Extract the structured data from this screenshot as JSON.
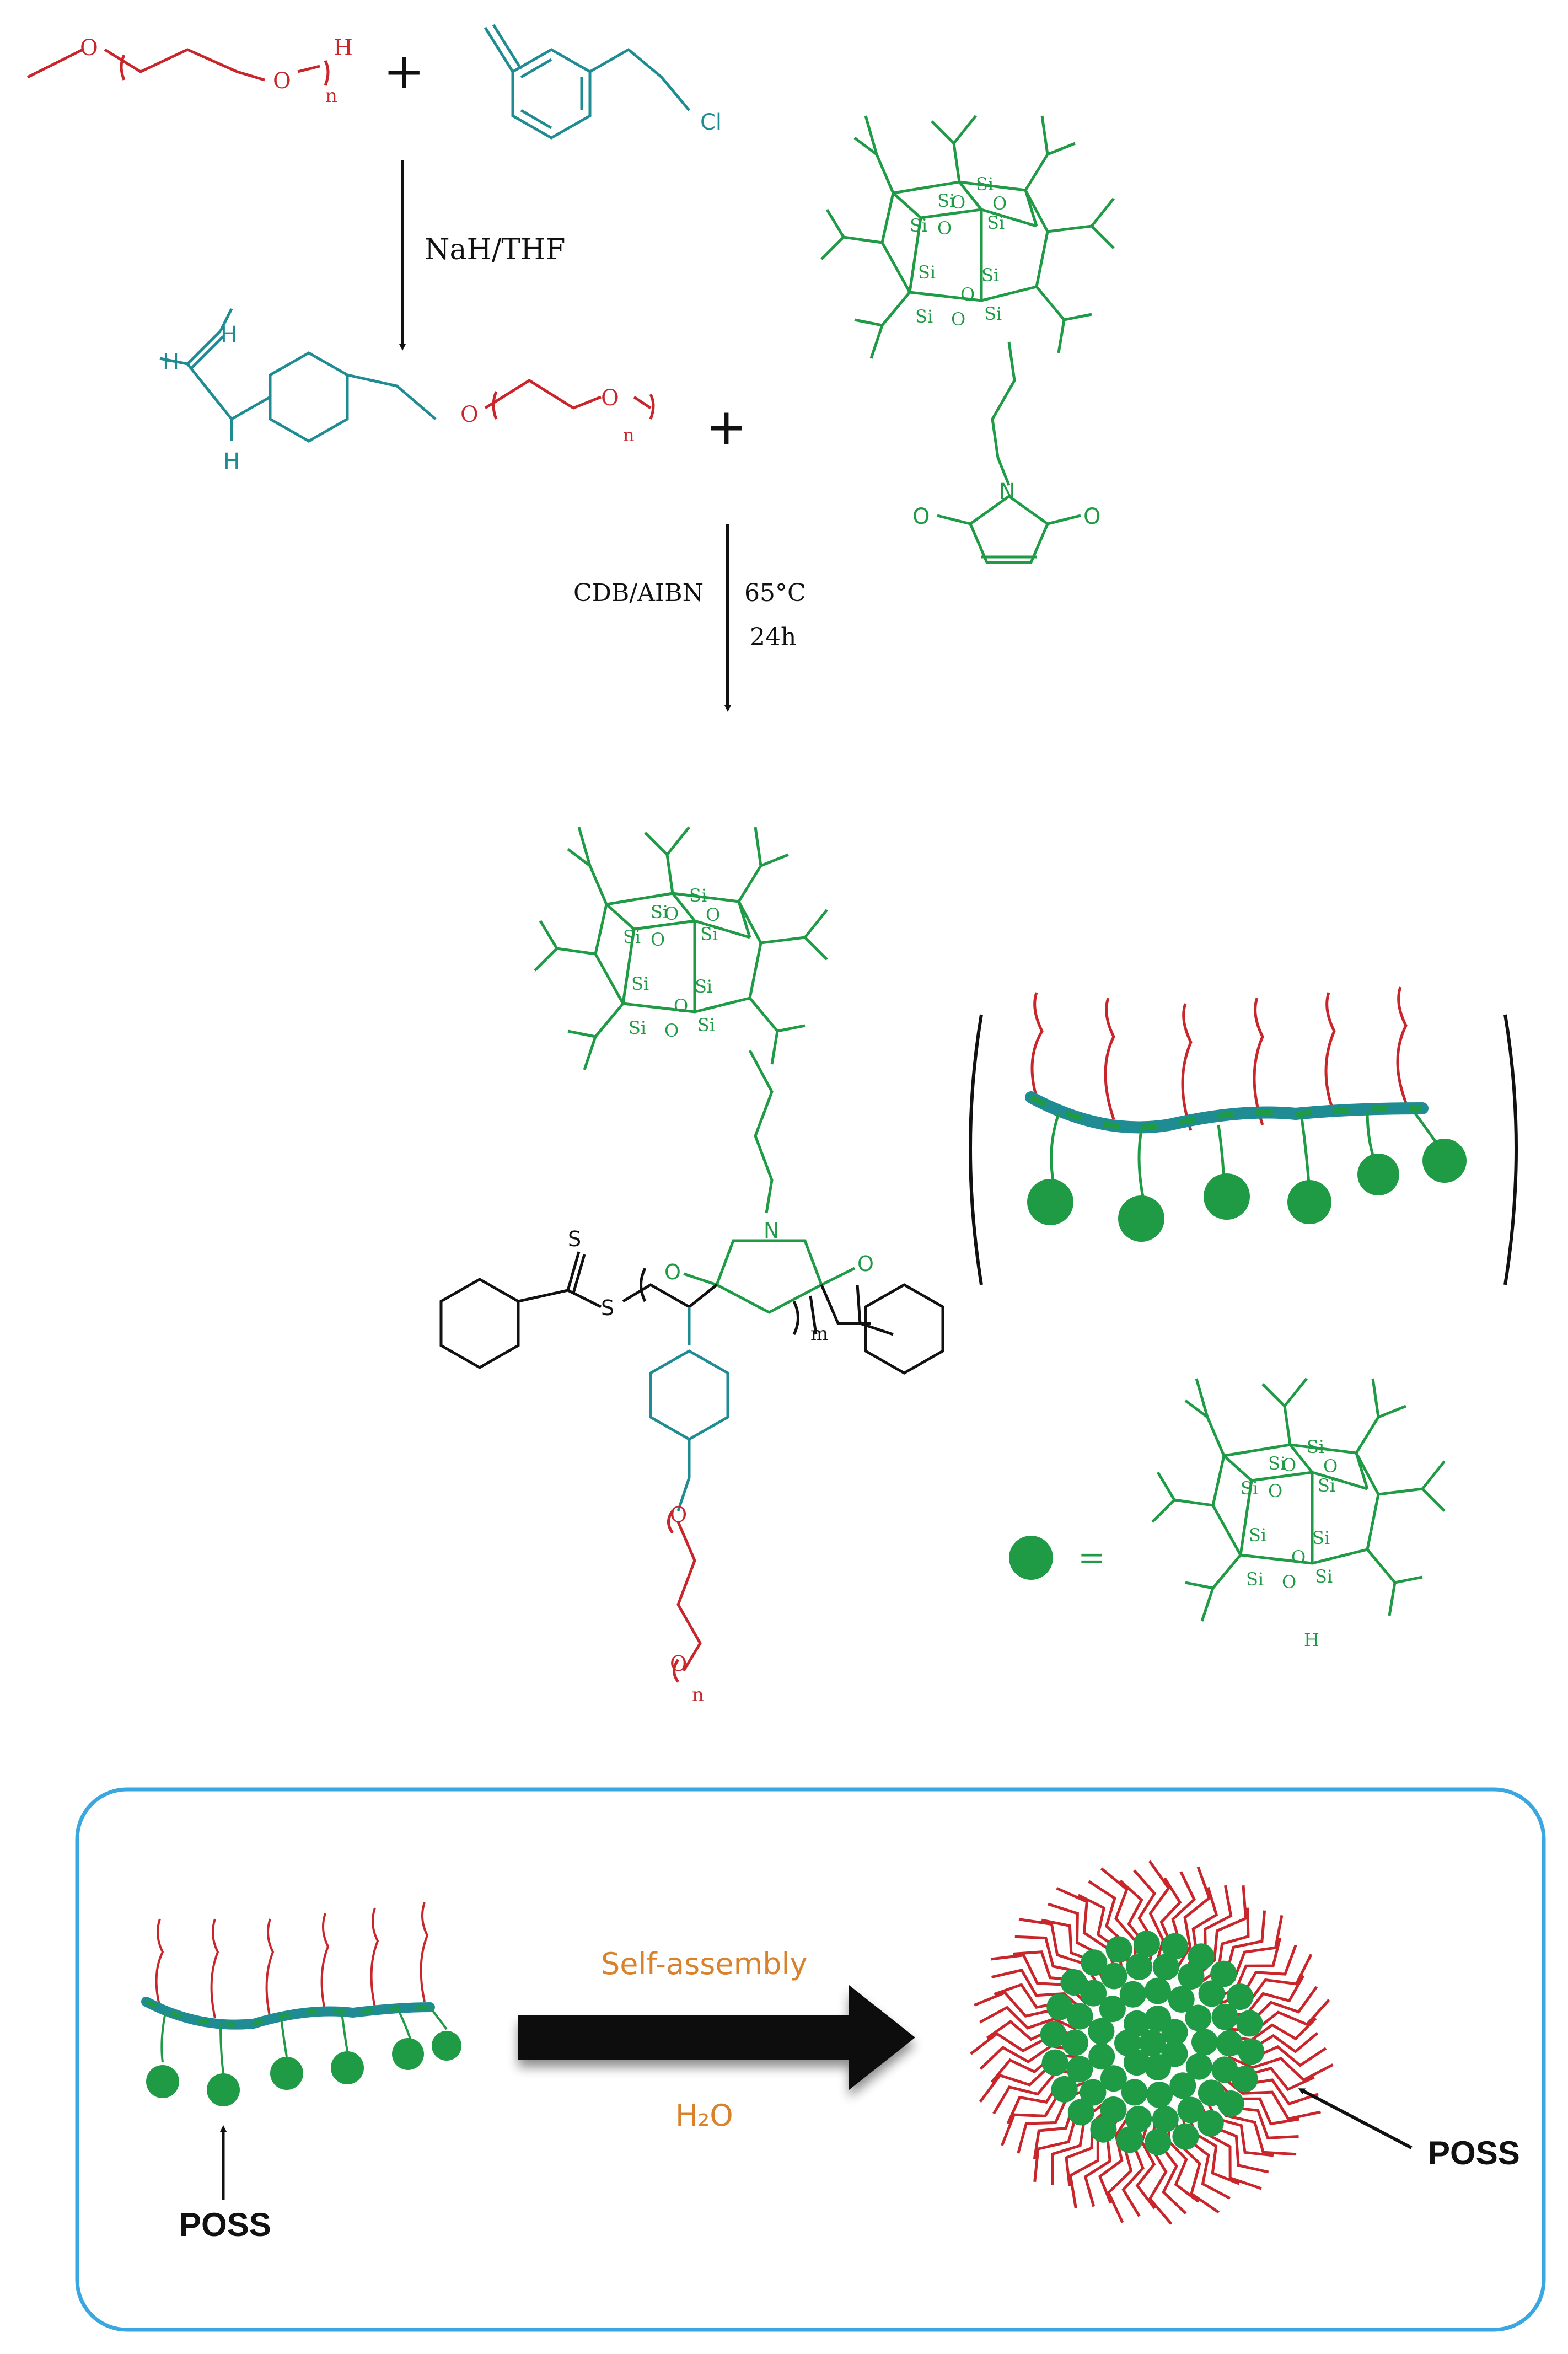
{
  "colors": {
    "peg": "#c8262b",
    "styrene": "#1f8c93",
    "poss": "#1f9a45",
    "poss_fill": "#1f9a45",
    "black": "#111111",
    "orange": "#d9822b",
    "box": "#3aa8e0"
  },
  "reaction1": {
    "reagent_peg": {
      "atoms": [
        "O",
        "O",
        "H"
      ],
      "subscript": "n"
    },
    "plus": "+",
    "reagent_vbc": {
      "atoms": [
        "Cl"
      ]
    },
    "conditions": "NaH/THF"
  },
  "intermediate": {
    "atoms": [
      "H",
      "H",
      "H",
      "O",
      "O"
    ],
    "subscript": "n",
    "plus": "+"
  },
  "poss_maleimide": {
    "atoms": [
      "N",
      "O",
      "O"
    ],
    "cage_label_si": "Si",
    "cage_label_o": "O"
  },
  "reaction2": {
    "reagents": "CDB/AIBN",
    "temperature": "65°C",
    "time": "24h"
  },
  "product": {
    "atoms": [
      "S",
      "S",
      "N",
      "O",
      "O",
      "O",
      "O"
    ],
    "subscripts": [
      "m",
      "n"
    ],
    "cage_h": "H"
  },
  "legend": {
    "equals": "="
  },
  "self_assembly": {
    "top_label": "Self-assembly",
    "bottom_label": "H₂O",
    "poss_label_left": "POSS",
    "poss_label_right": "POSS"
  }
}
